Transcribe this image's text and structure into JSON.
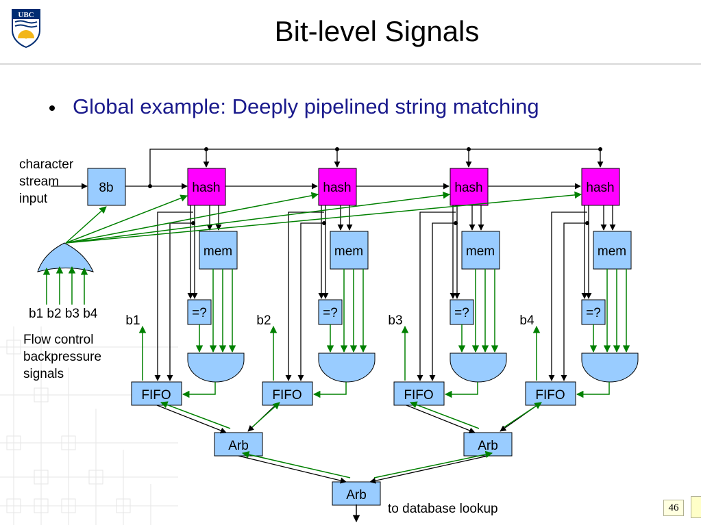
{
  "slide": {
    "title": "Bit-level Signals",
    "bullet": "Global example: Deeply pipelined string matching",
    "page_number": "46",
    "logo_text": "UBC"
  },
  "diagram": {
    "input_label": [
      "character",
      "stream",
      "input"
    ],
    "byte_box": "8b",
    "hash_label": "hash",
    "mem_label": "mem",
    "compare_label": "=?",
    "fifo_label": "FIFO",
    "arb_label": "Arb",
    "bit_labels": [
      "b1",
      "b2",
      "b3",
      "b4"
    ],
    "flow_bits_row": "b1 b2 b3 b4",
    "flow_label": [
      "Flow control",
      "backpressure",
      "signals"
    ],
    "output_label": "to database lookup"
  },
  "colors": {
    "hash_fill": "#ff00ff",
    "box_fill": "#99ccff",
    "green_wire": "#008000",
    "black_wire": "#000000",
    "title_text": "#000000",
    "bullet_text": "#1a1a8c"
  }
}
